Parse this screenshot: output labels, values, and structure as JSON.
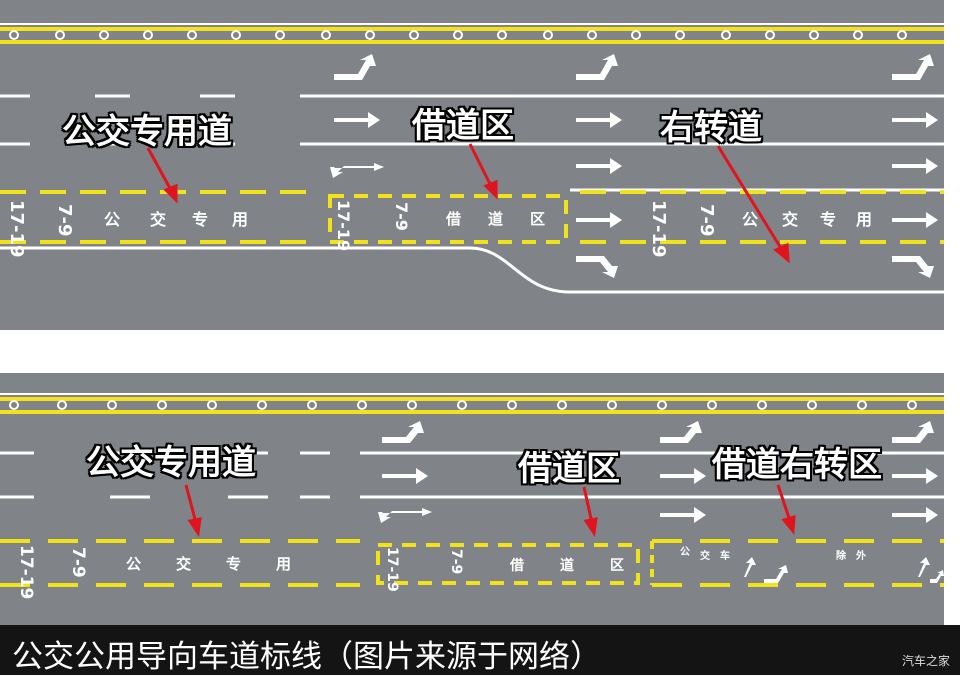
{
  "top_panel": {
    "label_bus_lane": "公交专用道",
    "label_borrow_zone": "借道区",
    "label_right_turn": "右转道"
  },
  "bottom_panel": {
    "label_bus_lane": "公交专用道",
    "label_borrow_zone": "借道区",
    "label_borrow_right_turn": "借道右转区"
  },
  "lane_marking": {
    "time_a": "17-19",
    "time_b": "7-9",
    "chars_bus_lane": [
      "公",
      "交",
      "专",
      "用"
    ],
    "chars_borrow": [
      "借",
      "道",
      "区"
    ],
    "chars_small": [
      "公",
      "交",
      "车",
      "除",
      "外"
    ]
  },
  "caption": "公交公用导向车道标线（图片来源于网络）",
  "watermark": "汽车之家",
  "colors": {
    "road": "#808387",
    "lane_white": "#ffffff",
    "marking_yellow": "#f2e21a",
    "arrow_red": "#e0141e",
    "caption_bg": "#141414"
  }
}
